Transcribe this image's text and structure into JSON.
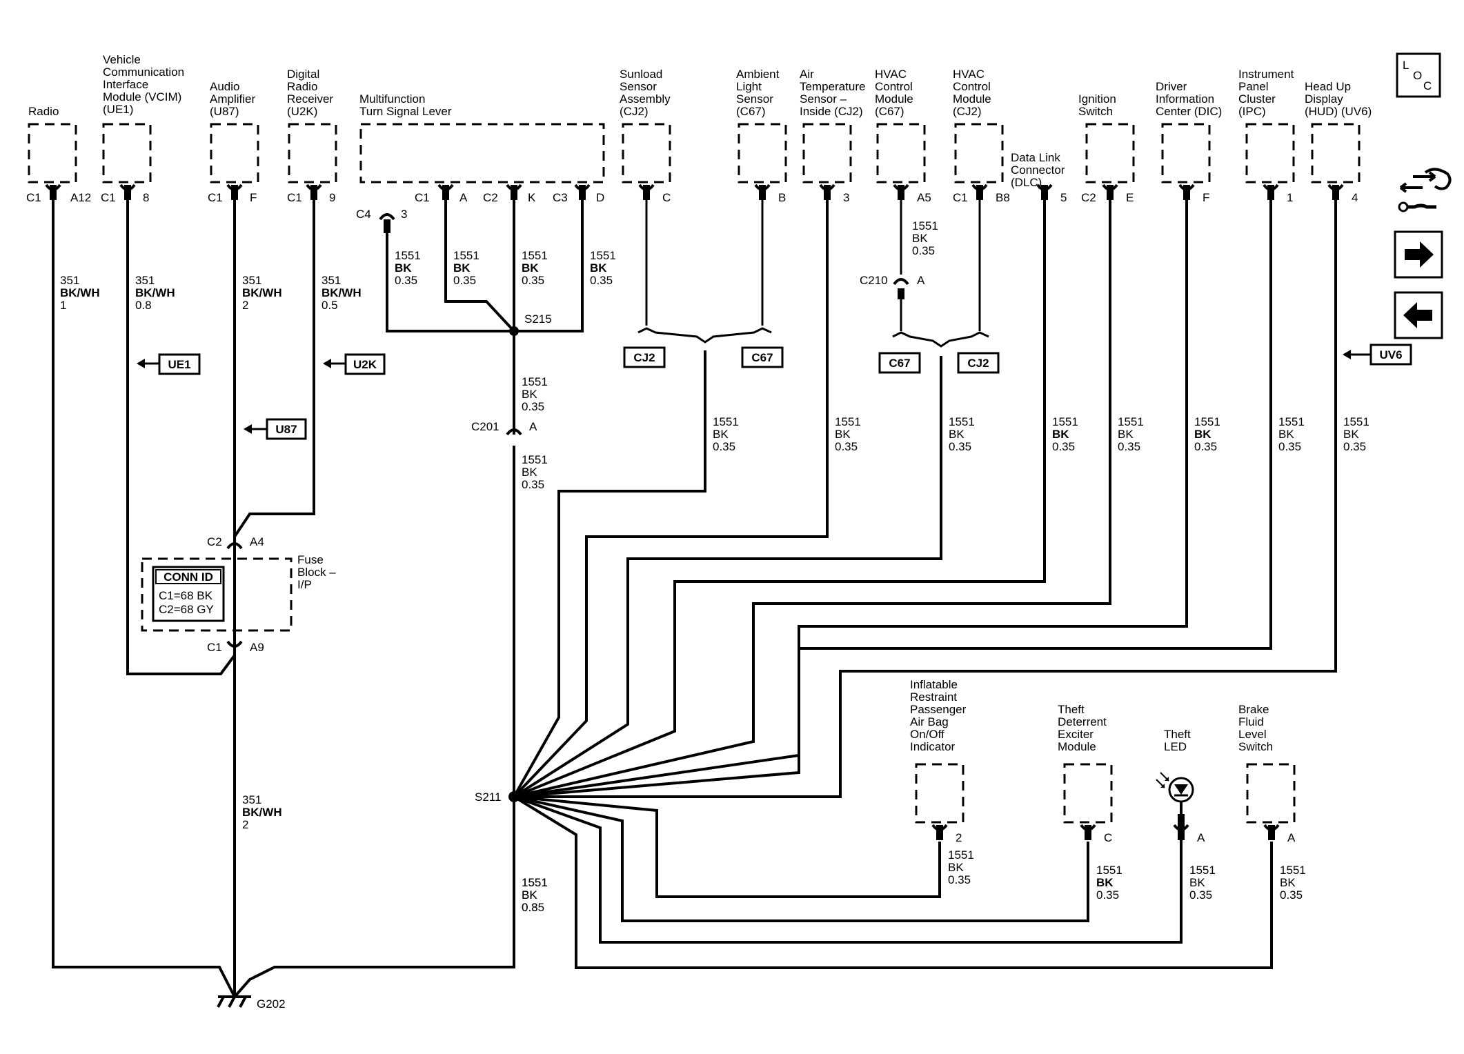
{
  "components": [
    {
      "lines": [
        "Radio"
      ]
    },
    {
      "lines": [
        "Vehicle",
        "Communication",
        "Interface",
        "Module (VCIM)",
        "(UE1)"
      ]
    },
    {
      "lines": [
        "Audio",
        "Amplifier",
        "(U87)"
      ]
    },
    {
      "lines": [
        "Digital",
        "Radio",
        "Receiver",
        "(U2K)"
      ]
    },
    {
      "lines": [
        "Multifunction",
        "Turn Signal Lever"
      ]
    },
    {
      "lines": [
        "Sunload",
        "Sensor",
        "Assembly",
        "(CJ2)"
      ]
    },
    {
      "lines": [
        "Ambient",
        "Light",
        "Sensor",
        "(C67)"
      ]
    },
    {
      "lines": [
        "Air",
        "Temperature",
        "Sensor –",
        "Inside (CJ2)"
      ]
    },
    {
      "lines": [
        "HVAC",
        "Control",
        "Module",
        "(C67)"
      ]
    },
    {
      "lines": [
        "HVAC",
        "Control",
        "Module",
        "(CJ2)"
      ]
    },
    {
      "lines": [
        "Data Link",
        "Connector",
        "(DLC)"
      ]
    },
    {
      "lines": [
        "Ignition",
        "Switch"
      ]
    },
    {
      "lines": [
        "Driver",
        "Information",
        "Center (DIC)"
      ]
    },
    {
      "lines": [
        "Instrument",
        "Panel",
        "Cluster",
        "(IPC)"
      ]
    },
    {
      "lines": [
        "Head Up",
        "Display",
        "(HUD) (UV6)"
      ]
    },
    {
      "lines": [
        "Inflatable",
        "Restraint",
        "Passenger",
        "Air Bag",
        "On/Off",
        "Indicator"
      ]
    },
    {
      "lines": [
        "Theft",
        "Deterrent",
        "Exciter",
        "Module"
      ]
    },
    {
      "lines": [
        "Theft",
        "LED"
      ]
    },
    {
      "lines": [
        "Brake",
        "Fluid",
        "Level",
        "Switch"
      ]
    },
    {
      "lines": [
        "Fuse",
        "Block –",
        "I/P"
      ]
    }
  ],
  "connectors": [
    {
      "left": "C1",
      "right": "A12"
    },
    {
      "left": "C1",
      "right": "8"
    },
    {
      "left": "C1",
      "right": "F"
    },
    {
      "left": "C1",
      "right": "9"
    },
    {
      "left": "C4",
      "right": "3"
    },
    {
      "left": "C1",
      "right": "A"
    },
    {
      "left": "C2",
      "right": "K"
    },
    {
      "left": "C3",
      "right": "D"
    },
    {
      "left": "",
      "right": "C"
    },
    {
      "left": "",
      "right": "B"
    },
    {
      "left": "",
      "right": "3"
    },
    {
      "left": "",
      "right": "A5"
    },
    {
      "left": "C1",
      "right": "B8"
    },
    {
      "left": "",
      "right": "5"
    },
    {
      "left": "C2",
      "right": "E"
    },
    {
      "left": "",
      "right": "F"
    },
    {
      "left": "",
      "right": "1"
    },
    {
      "left": "",
      "right": "4"
    },
    {
      "left": "C210",
      "right": "A"
    },
    {
      "left": "C201",
      "right": "A"
    },
    {
      "left": "C2",
      "right": "A4"
    },
    {
      "left": "C1",
      "right": "A9"
    },
    {
      "left": "",
      "right": "2"
    },
    {
      "left": "",
      "right": "C"
    },
    {
      "left": "",
      "right": "A"
    },
    {
      "left": "",
      "right": "A"
    }
  ],
  "wires": [
    {
      "lines": [
        "351",
        "BK/WH",
        "1"
      ]
    },
    {
      "lines": [
        "351",
        "BK/WH",
        "0.8"
      ]
    },
    {
      "lines": [
        "351",
        "BK/WH",
        "2"
      ]
    },
    {
      "lines": [
        "351",
        "BK/WH",
        "0.5"
      ]
    },
    {
      "lines": [
        "1551",
        "BK",
        "0.35"
      ]
    },
    {
      "lines": [
        "1551",
        "BK",
        "0.35"
      ]
    },
    {
      "lines": [
        "1551",
        "BK",
        "0.35"
      ]
    },
    {
      "lines": [
        "1551",
        "BK",
        "0.35"
      ]
    },
    {
      "lines": [
        "1551",
        "BK",
        "0.35"
      ]
    },
    {
      "lines": [
        "1551",
        "BK",
        "0.35"
      ]
    },
    {
      "lines": [
        "1551",
        "BK",
        "0.35"
      ]
    },
    {
      "lines": [
        "1551",
        "BK",
        "0.35"
      ]
    },
    {
      "lines": [
        "1551",
        "BK",
        "0.35"
      ]
    },
    {
      "lines": [
        "1551",
        "BK",
        "0.35"
      ]
    },
    {
      "lines": [
        "1551",
        "BK",
        "0.35"
      ]
    },
    {
      "lines": [
        "1551",
        "BK",
        "0.35"
      ]
    },
    {
      "lines": [
        "1551",
        "BK",
        "0.35"
      ]
    },
    {
      "lines": [
        "1551",
        "BK",
        "0.35"
      ]
    },
    {
      "lines": [
        "1551",
        "BK",
        "0.35"
      ]
    },
    {
      "lines": [
        "1551",
        "BK",
        "0.35"
      ]
    },
    {
      "lines": [
        "1551",
        "BK",
        "0.35"
      ]
    },
    {
      "lines": [
        "1551",
        "BK",
        "0.35"
      ]
    },
    {
      "lines": [
        "1551",
        "BK",
        "0.35"
      ]
    },
    {
      "lines": [
        "1551",
        "BK",
        "0.35"
      ]
    },
    {
      "lines": [
        "351",
        "BK/WH",
        "2"
      ]
    },
    {
      "lines": [
        "1551",
        "BK",
        "0.8"
      ]
    }
  ],
  "splices": [
    "S215",
    "S211"
  ],
  "ground": "G202",
  "refs": [
    "UE1",
    "U2K",
    "U87",
    "CJ2",
    "C67",
    "C67",
    "CJ2",
    "UV6"
  ],
  "conn_id": {
    "title": "CONN ID",
    "lines": [
      "C1=68 BK",
      "C2=68 GY"
    ]
  },
  "nav": {
    "loc": [
      "L",
      "O",
      "C"
    ],
    "icons": [
      "component-locator-icon",
      "arrow-right-icon",
      "arrow-left-icon"
    ]
  }
}
